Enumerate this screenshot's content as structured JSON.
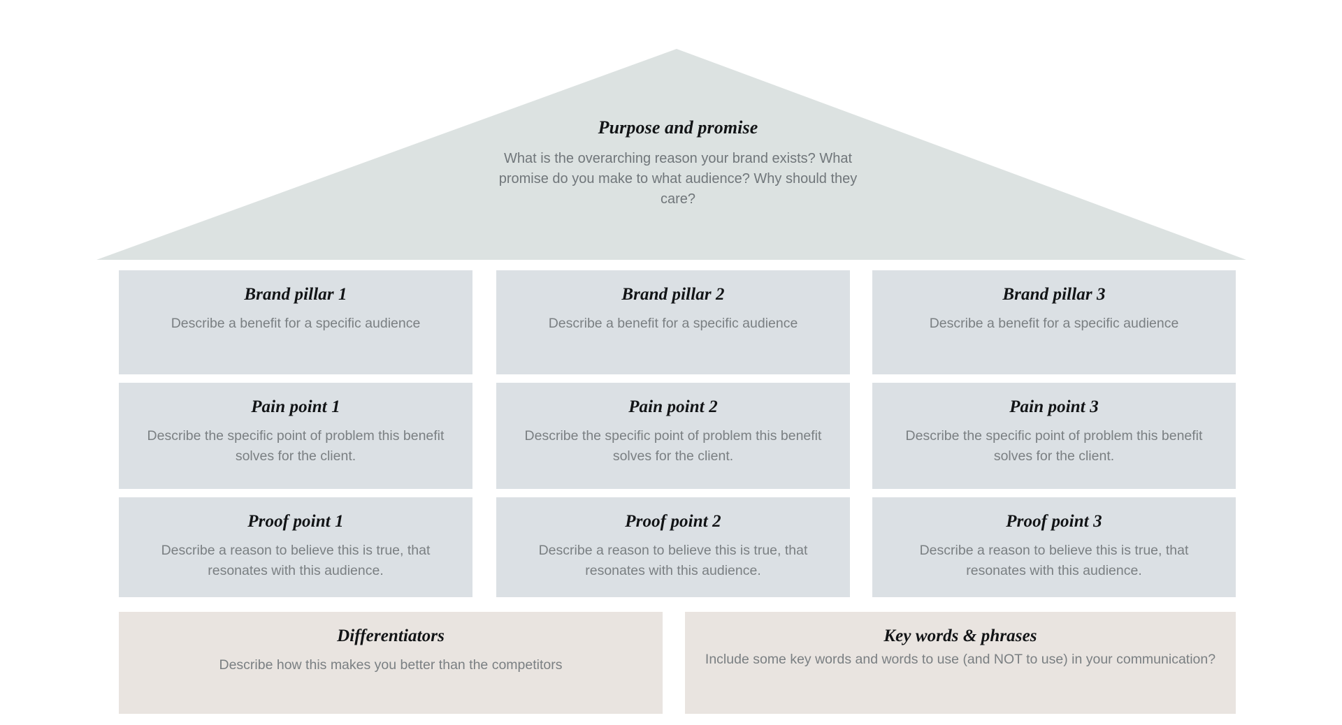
{
  "diagram": {
    "name": "brand-house-framework",
    "colors": {
      "roof_fill": "#dce2e1",
      "pillar_fill": "#dbe0e4",
      "foundation_fill": "#e9e4e0",
      "title_color": "#121416",
      "body_color": "#7a7f82",
      "page_background": "#ffffff"
    }
  },
  "roof": {
    "title": "Purpose and promise",
    "description": "What is the overarching reason your brand exists? What promise do you make to what audience? Why should they care?"
  },
  "pillars": [
    {
      "title": "Brand pillar 1",
      "description": "Describe a benefit for a specific audience"
    },
    {
      "title": "Brand pillar 2",
      "description": "Describe a benefit for a specific audience"
    },
    {
      "title": "Brand pillar 3",
      "description": "Describe a benefit for a specific audience"
    }
  ],
  "pain_points": [
    {
      "title": "Pain point 1",
      "description": "Describe the specific point of problem this benefit solves for the client."
    },
    {
      "title": "Pain point 2",
      "description": "Describe the specific point of problem this benefit solves for the client."
    },
    {
      "title": "Pain point 3",
      "description": "Describe the specific point of problem this benefit solves for the client."
    }
  ],
  "proof_points": [
    {
      "title": "Proof point 1",
      "description": "Describe a reason to believe this is true, that resonates with this audience."
    },
    {
      "title": "Proof point 2",
      "description": "Describe a reason to believe this is true, that resonates with this audience."
    },
    {
      "title": "Proof point 3",
      "description": "Describe a reason to believe this is true, that resonates with this audience."
    }
  ],
  "foundation": [
    {
      "title": "Differentiators",
      "description": "Describe how this makes you better than the competitors"
    },
    {
      "title": "Key words & phrases",
      "description": "Include some key words and words to use (and NOT to use) in your communication?"
    }
  ]
}
